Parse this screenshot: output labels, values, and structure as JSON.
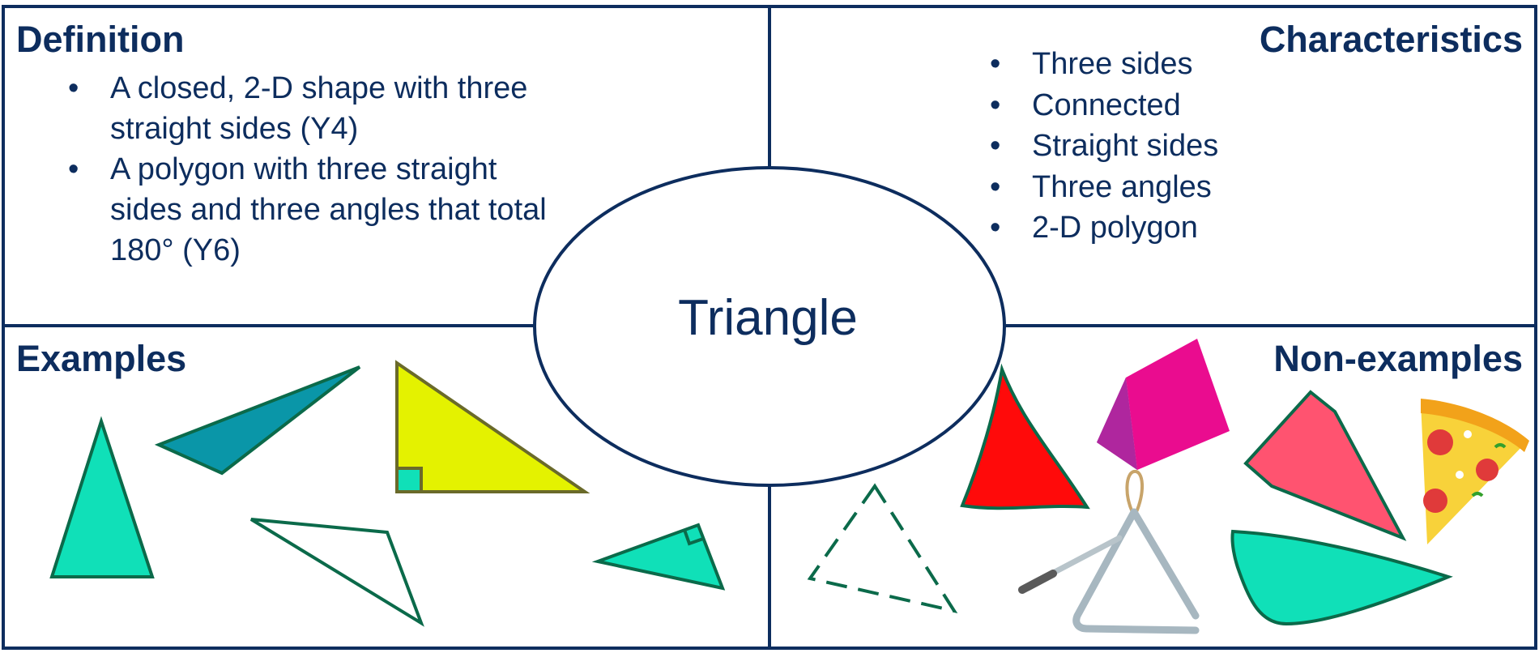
{
  "definition": {
    "heading": "Definition",
    "items": [
      "A closed, 2-D shape with three straight sides (Y4)",
      "A polygon with three straight sides and three angles that total 180° (Y6)"
    ]
  },
  "characteristics": {
    "heading": "Characteristics",
    "items": [
      "Three sides",
      "Connected",
      "Straight sides",
      "Three angles",
      "2-D polygon"
    ]
  },
  "examples": {
    "heading": "Examples"
  },
  "non_examples": {
    "heading": "Non-examples"
  },
  "center": {
    "label": "Triangle"
  },
  "colors": {
    "border": "#0d2d5e",
    "turquoise": "#10e0b8",
    "teal": "#0a96a8",
    "yellow": "#e4f200",
    "red": "#ff0a0a",
    "magenta": "#ea0c8f",
    "pink": "#ff5370",
    "green_outline": "#0b6a4a"
  }
}
